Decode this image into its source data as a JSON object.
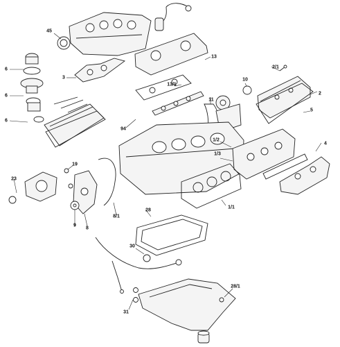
{
  "callouts": {
    "c45": "45",
    "c6a": "6",
    "c6b": "6",
    "c6c": "6",
    "c3": "3",
    "c13": "13",
    "c13_1": "13/1",
    "c2_1": "2/1",
    "c11": "11",
    "c10": "10",
    "c2": "2",
    "c5": "5",
    "c94": "94",
    "c1_2": "1/2",
    "c1_3": "1/3",
    "c4": "4",
    "c19": "19",
    "c23": "23",
    "c9": "9",
    "c8": "8",
    "c8_1": "8/1",
    "c28": "28",
    "c1_1": "1/1",
    "c30": "30",
    "c31": "31",
    "c28_1": "28/1"
  }
}
